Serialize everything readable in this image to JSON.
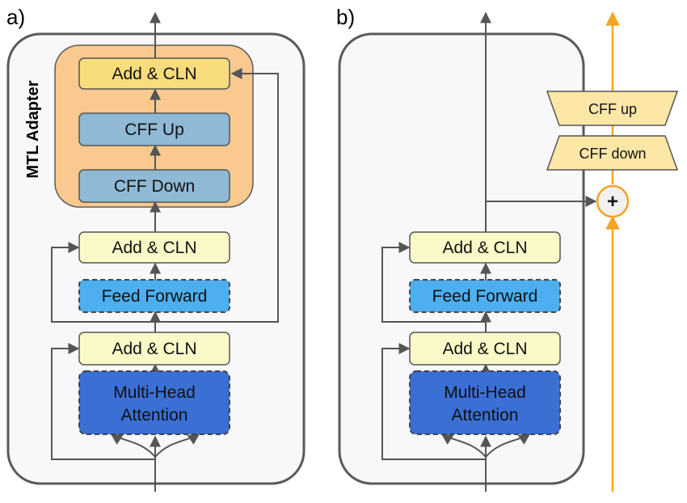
{
  "panels": {
    "a": {
      "label": "a)",
      "adapter_label": "MTL Adapter",
      "adapter": {
        "add_cln": "Add & CLN",
        "cff_up": "CFF Up",
        "cff_down": "CFF Down"
      },
      "add_cln_top": "Add & CLN",
      "feed_forward": "Feed Forward",
      "add_cln_bottom": "Add & CLN",
      "attention_line1": "Multi-Head",
      "attention_line2": "Attention"
    },
    "b": {
      "label": "b)",
      "cff_up": "CFF up",
      "cff_down": "CFF down",
      "plus": "+",
      "add_cln_top": "Add & CLN",
      "feed_forward": "Feed Forward",
      "add_cln_bottom": "Add & CLN",
      "attention_line1": "Multi-Head",
      "attention_line2": "Attention"
    }
  },
  "colors": {
    "panel_fill": "#f8f8fa",
    "panel_stroke": "#5a5a5a",
    "adapter_fill": "#f9c98f",
    "add_cln_gold": "#f9dc7c",
    "cff_blue": "#8fb9d4",
    "add_cln_pale": "#fafac8",
    "feed_forward": "#4dafef",
    "attention": "#3a6fd4",
    "orange_line": "#f2a524",
    "trap_fill": "#fde7a6",
    "arrow": "#555555"
  }
}
